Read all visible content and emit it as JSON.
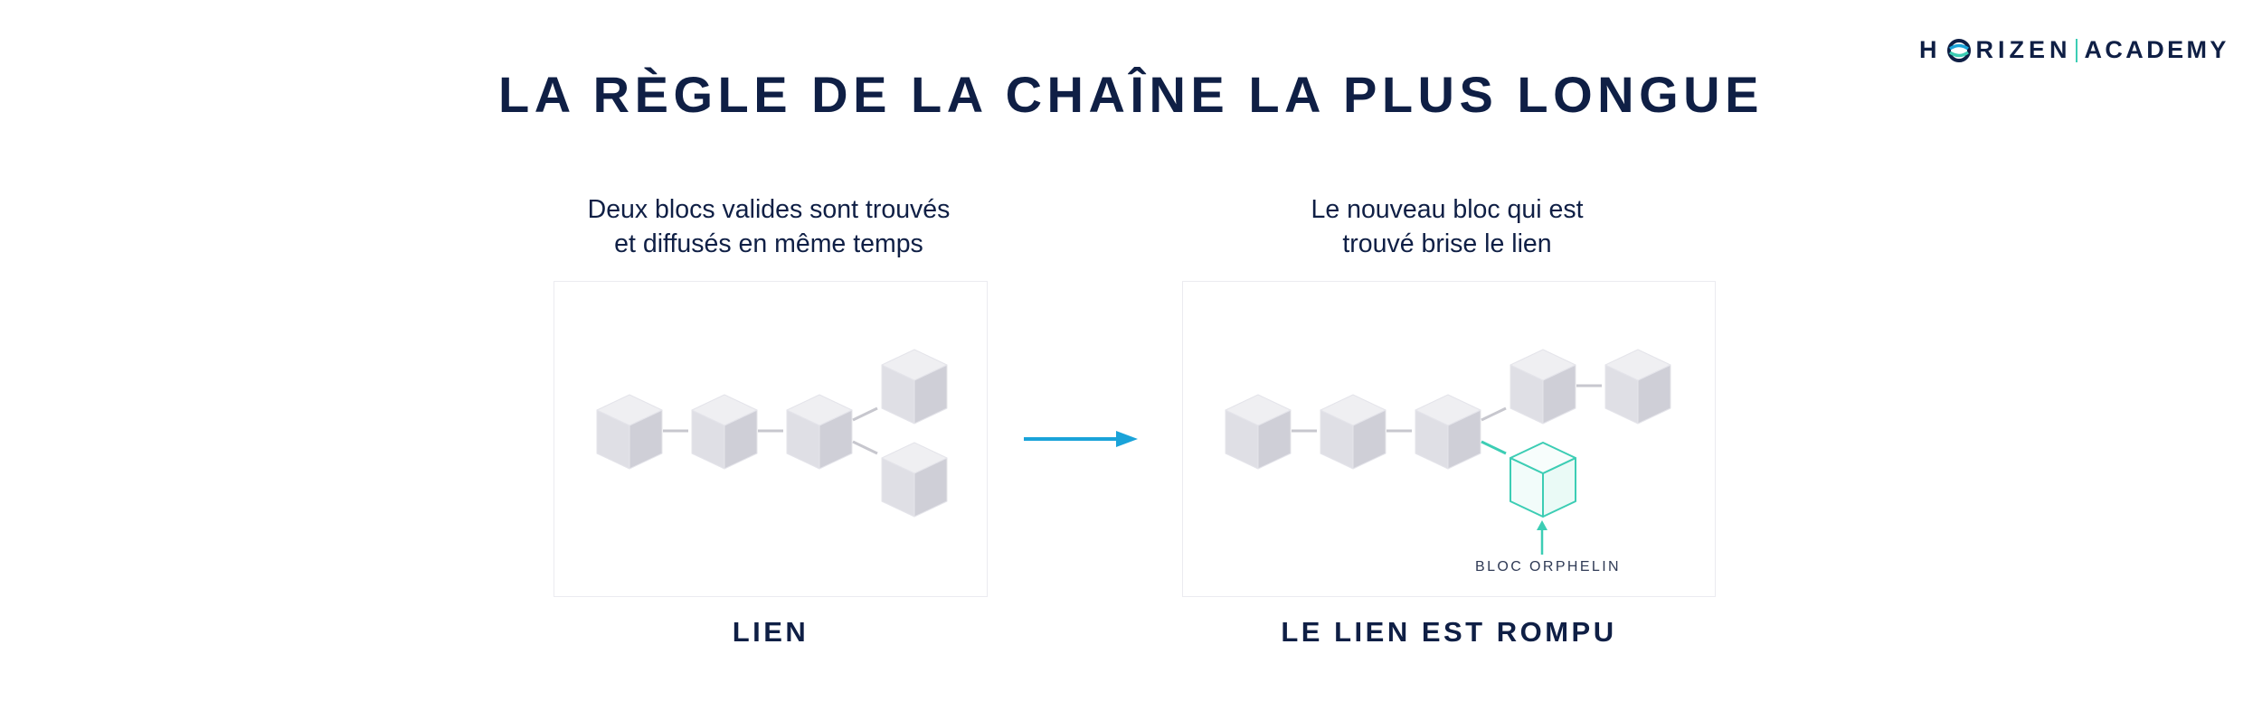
{
  "logo": {
    "part1": "H",
    "part2": "RIZEN",
    "part3": "ACADEMY"
  },
  "title": "LA RÈGLE DE LA CHAÎNE LA PLUS LONGUE",
  "left": {
    "caption": [
      "Deux blocs valides sont trouvés",
      "et diffusés en même temps"
    ],
    "label": "LIEN"
  },
  "right": {
    "caption": [
      "Le nouveau bloc qui est",
      "trouvé brise le lien"
    ],
    "label": "LE LIEN EST ROMPU",
    "orphan_label": "BLOC ORPHELIN"
  },
  "colors": {
    "navy": "#0f1f45",
    "arrow": "#1aa3d9",
    "orphan": "#3ccdb4",
    "block_top": "#efeff2",
    "block_side": "#d7d7de",
    "connector": "#c7c7ce"
  }
}
